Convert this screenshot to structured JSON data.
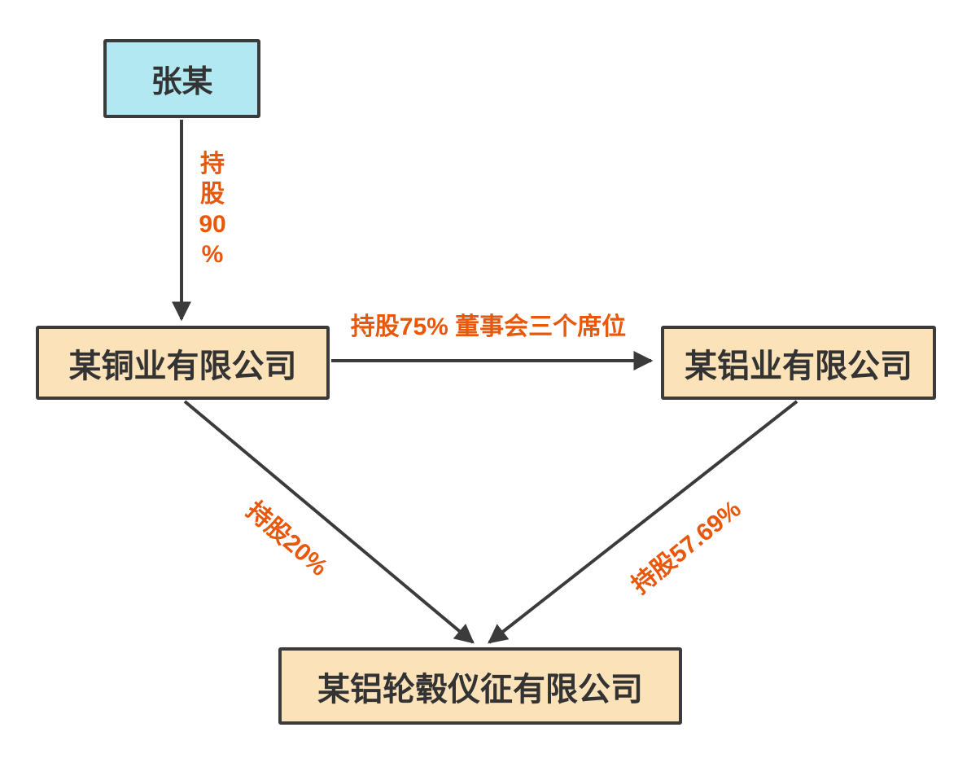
{
  "colors": {
    "background": "#ffffff",
    "person_box_fill": "#b2e8f1",
    "company_box_fill": "#fce2b8",
    "box_border": "#3b3b3b",
    "box_text": "#333333",
    "arrow": "#3b3b3b",
    "edge_label": "#e8570a"
  },
  "nodes": {
    "person": {
      "label": "张某"
    },
    "copper_co": {
      "label": "某铜业有限公司"
    },
    "aluminum_co": {
      "label": "某铝业有限公司"
    },
    "wheel_co": {
      "label": "某铝轮毂仪征有限公司"
    }
  },
  "edges": {
    "person_to_copper": {
      "label": "持股90%",
      "lines": [
        "持",
        "股",
        "90",
        "%"
      ]
    },
    "copper_to_aluminum": {
      "label": "持股75% 董事会三个席位"
    },
    "copper_to_wheel": {
      "label": "持股20%"
    },
    "aluminum_to_wheel": {
      "label": "持股57.69%"
    }
  }
}
